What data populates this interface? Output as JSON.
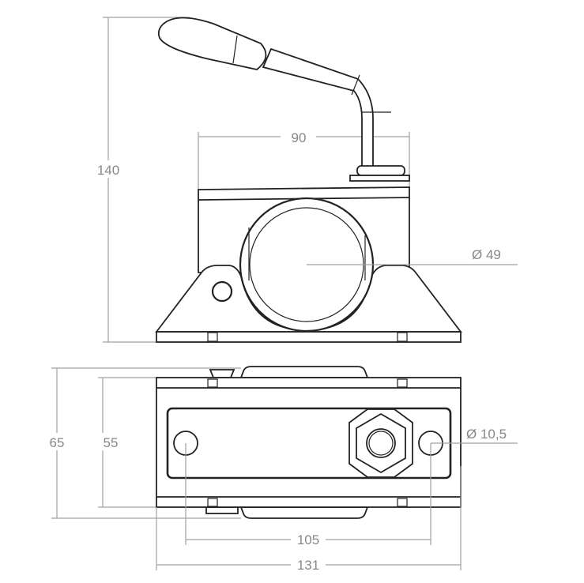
{
  "drawing": {
    "front_view": {
      "height_label": "140",
      "width_label": "90",
      "tube_diameter_label": "Ø 49"
    },
    "top_view": {
      "overall_depth_label": "65",
      "inner_depth_label": "55",
      "hole_diameter_label": "Ø 10,5",
      "hole_spacing_label": "105",
      "overall_width_label": "131"
    }
  }
}
